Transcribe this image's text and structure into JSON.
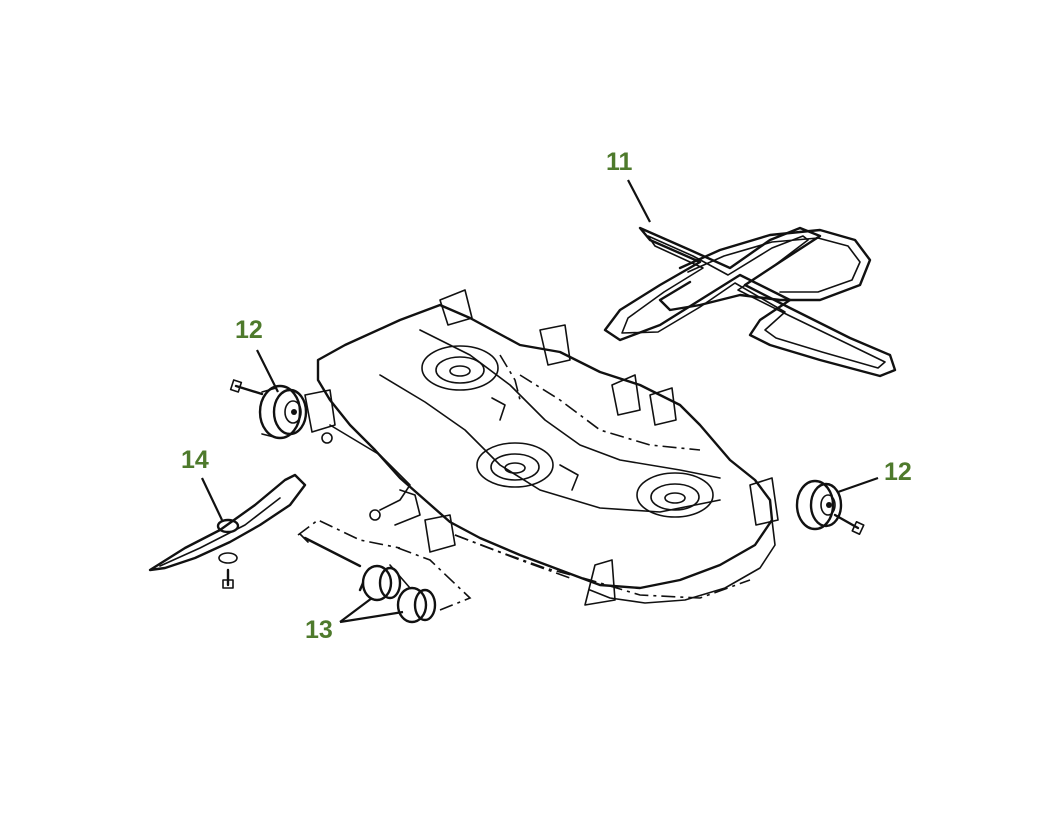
{
  "colors": {
    "callout": "#4e7a2c",
    "line": "#111111",
    "background": "#ffffff"
  },
  "callouts": [
    {
      "id": "belt",
      "label": "11"
    },
    {
      "id": "gauge-wheel-left",
      "label": "12"
    },
    {
      "id": "gauge-wheel-right",
      "label": "12"
    },
    {
      "id": "rollers",
      "label": "13"
    },
    {
      "id": "blade",
      "label": "14"
    }
  ]
}
